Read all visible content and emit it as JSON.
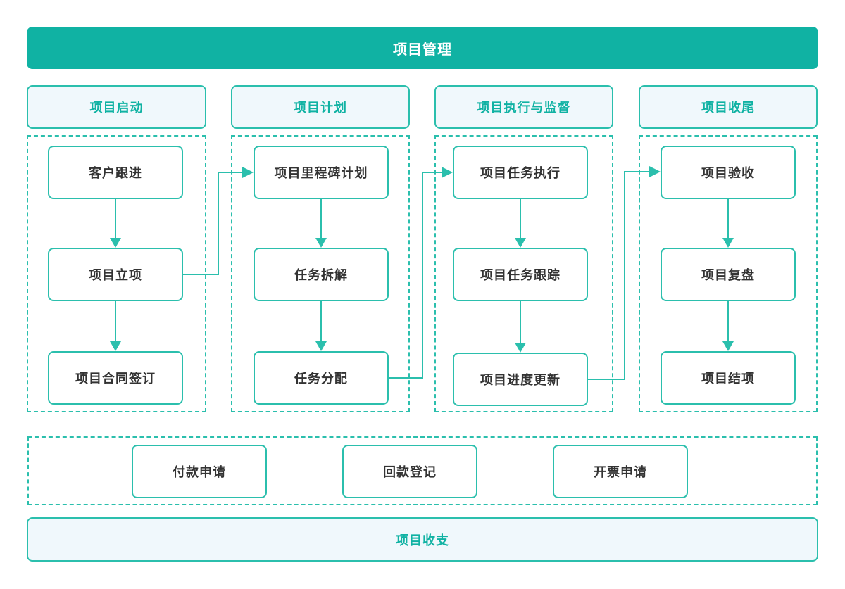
{
  "banner": {
    "title": "项目管理"
  },
  "phases": [
    {
      "header": "项目启动",
      "steps": [
        "客户跟进",
        "项目立项",
        "项目合同签订"
      ]
    },
    {
      "header": "项目计划",
      "steps": [
        "项目里程碑计划",
        "任务拆解",
        "任务分配"
      ]
    },
    {
      "header": "项目执行与监督",
      "steps": [
        "项目任务执行",
        "项目任务跟踪",
        "项目进度更新"
      ]
    },
    {
      "header": "项目收尾",
      "steps": [
        "项目验收",
        "项目复盘",
        "项目结项"
      ]
    }
  ],
  "finance": {
    "items": [
      "付款申请",
      "回款登记",
      "开票申请"
    ]
  },
  "footer": {
    "title": "项目收支"
  },
  "colors": {
    "banner_fill": "#10B2A3",
    "line_teal": "#2BBFAD",
    "light_panel": "#F0F8FC",
    "node_text": "#333333",
    "banner_text": "#FFFFFF"
  }
}
